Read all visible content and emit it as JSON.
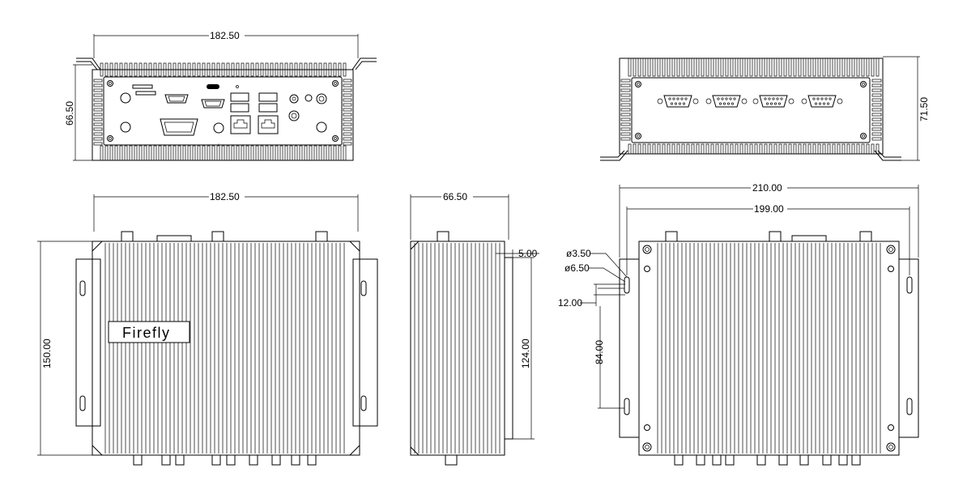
{
  "brand": "Firefly",
  "dimensions": {
    "front_width": "182.50",
    "front_height": "66.50",
    "back_height": "71.50",
    "top_width": "182.50",
    "top_depth": "150.00",
    "side_depth": "66.50",
    "side_flange": "5.00",
    "side_length": "124.00",
    "bottom_total_width": "210.00",
    "bottom_hole_spacing_x": "199.00",
    "hole_small": "ø3.50",
    "hole_large": "ø6.50",
    "slot_length": "12.00",
    "hole_spacing_y": "84.00"
  },
  "views": {
    "front": "front-panel-io-view",
    "back": "rear-panel-serial-view",
    "top": "top-view",
    "side": "side-view",
    "bottom": "bottom-mounting-view"
  }
}
